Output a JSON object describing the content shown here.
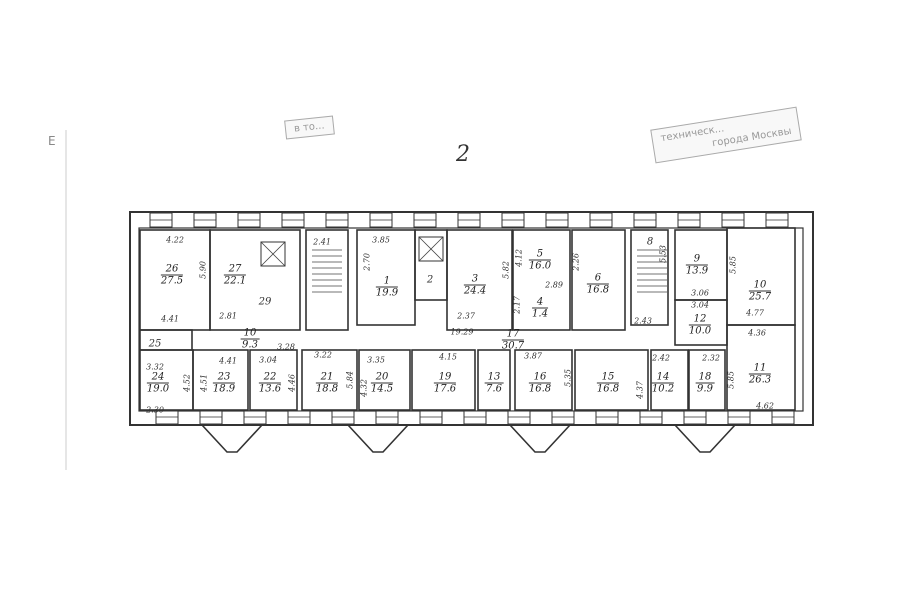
{
  "sheet": {
    "page_number": "2"
  },
  "stamps": {
    "left_text": "в то...",
    "right_line1": "техническ...",
    "right_line2": "города Москвы"
  },
  "margin": {
    "mark": "E"
  },
  "rooms": [
    {
      "id": "r26",
      "number": "26",
      "area": "27.5"
    },
    {
      "id": "r27",
      "number": "27",
      "area": "22.1"
    },
    {
      "id": "r1",
      "number": "1",
      "area": "19.9"
    },
    {
      "id": "r3",
      "number": "3",
      "area": "24.4"
    },
    {
      "id": "r5",
      "number": "5",
      "area": "16.0"
    },
    {
      "id": "r4",
      "number": "4",
      "area": "1.4"
    },
    {
      "id": "r6",
      "number": "6",
      "area": "16.8"
    },
    {
      "id": "r9",
      "number": "9",
      "area": "13.9"
    },
    {
      "id": "r12",
      "number": "12",
      "area": "10.0"
    },
    {
      "id": "r10",
      "number": "10",
      "area": "25.7"
    },
    {
      "id": "r11",
      "number": "11",
      "area": "26.3"
    },
    {
      "id": "rc10",
      "number": "10",
      "area": "9.3"
    },
    {
      "id": "r17",
      "number": "17",
      "area": "30.7"
    },
    {
      "id": "r24",
      "number": "24",
      "area": "19.0"
    },
    {
      "id": "r23",
      "number": "23",
      "area": "18.9"
    },
    {
      "id": "r22",
      "number": "22",
      "area": "13.6"
    },
    {
      "id": "r21",
      "number": "21",
      "area": "18.8"
    },
    {
      "id": "r20",
      "number": "20",
      "area": "14.5"
    },
    {
      "id": "r19",
      "number": "19",
      "area": "17.6"
    },
    {
      "id": "r13",
      "number": "13",
      "area": "7.6"
    },
    {
      "id": "r16",
      "number": "16",
      "area": "16.8"
    },
    {
      "id": "r15",
      "number": "15",
      "area": "16.8"
    },
    {
      "id": "r14",
      "number": "14",
      "area": "10.2"
    },
    {
      "id": "r18",
      "number": "18",
      "area": "9.9"
    }
  ],
  "marks": [
    {
      "id": "m25",
      "text": "25"
    },
    {
      "id": "m8",
      "text": "8"
    },
    {
      "id": "m2",
      "text": "2"
    },
    {
      "id": "m29",
      "text": "29"
    }
  ],
  "dimensions": [
    {
      "id": "d1",
      "text": "4.22"
    },
    {
      "id": "d2",
      "text": "5.90"
    },
    {
      "id": "d3",
      "text": "4.41"
    },
    {
      "id": "d4",
      "text": "2.81"
    },
    {
      "id": "d5",
      "text": "2.41"
    },
    {
      "id": "d6",
      "text": "3.85"
    },
    {
      "id": "d7",
      "text": "2.70"
    },
    {
      "id": "d8",
      "text": "5.82"
    },
    {
      "id": "d9",
      "text": "2.37"
    },
    {
      "id": "d10",
      "text": "19.29"
    },
    {
      "id": "d11",
      "text": "4.12"
    },
    {
      "id": "d12",
      "text": "2.89"
    },
    {
      "id": "d13",
      "text": "2.17"
    },
    {
      "id": "d14",
      "text": "2.26"
    },
    {
      "id": "d15",
      "text": "2.43"
    },
    {
      "id": "d16",
      "text": "5.53"
    },
    {
      "id": "d17",
      "text": "3.06"
    },
    {
      "id": "d18",
      "text": "3.04"
    },
    {
      "id": "d19",
      "text": "4.77"
    },
    {
      "id": "d20",
      "text": "4.36"
    },
    {
      "id": "d21",
      "text": "5.85"
    },
    {
      "id": "d22",
      "text": "3.32"
    },
    {
      "id": "d23",
      "text": "4.52"
    },
    {
      "id": "d24",
      "text": "2.30"
    },
    {
      "id": "d25",
      "text": "4.51"
    },
    {
      "id": "d26",
      "text": "4.41"
    },
    {
      "id": "d27",
      "text": "3.04"
    },
    {
      "id": "d28",
      "text": "3.28"
    },
    {
      "id": "d29",
      "text": "4.46"
    },
    {
      "id": "d30",
      "text": "3.22"
    },
    {
      "id": "d31",
      "text": "5.84"
    },
    {
      "id": "d32",
      "text": "3.35"
    },
    {
      "id": "d33",
      "text": "4.32"
    },
    {
      "id": "d34",
      "text": "4.15"
    },
    {
      "id": "d35",
      "text": "3.87"
    },
    {
      "id": "d36",
      "text": "5.35"
    },
    {
      "id": "d37",
      "text": "4.37"
    },
    {
      "id": "d38",
      "text": "2.42"
    },
    {
      "id": "d39",
      "text": "2.32"
    },
    {
      "id": "d40",
      "text": "5.85"
    },
    {
      "id": "d41",
      "text": "4.62"
    }
  ]
}
